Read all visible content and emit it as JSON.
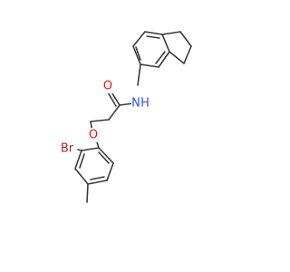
{
  "molecule": {
    "atoms": {
      "bromine": "Br",
      "ether_oxygen": "O",
      "carbonyl_oxygen": "O",
      "amide_nitrogen": "N",
      "amide_hydrogen": "H"
    },
    "colors": {
      "bond": "#3a3a3a",
      "oxygen": "#ff0d0d",
      "nitrogen": "#2f50f8",
      "bromine": "#a62929",
      "carbon": "#3a3a3a"
    }
  }
}
